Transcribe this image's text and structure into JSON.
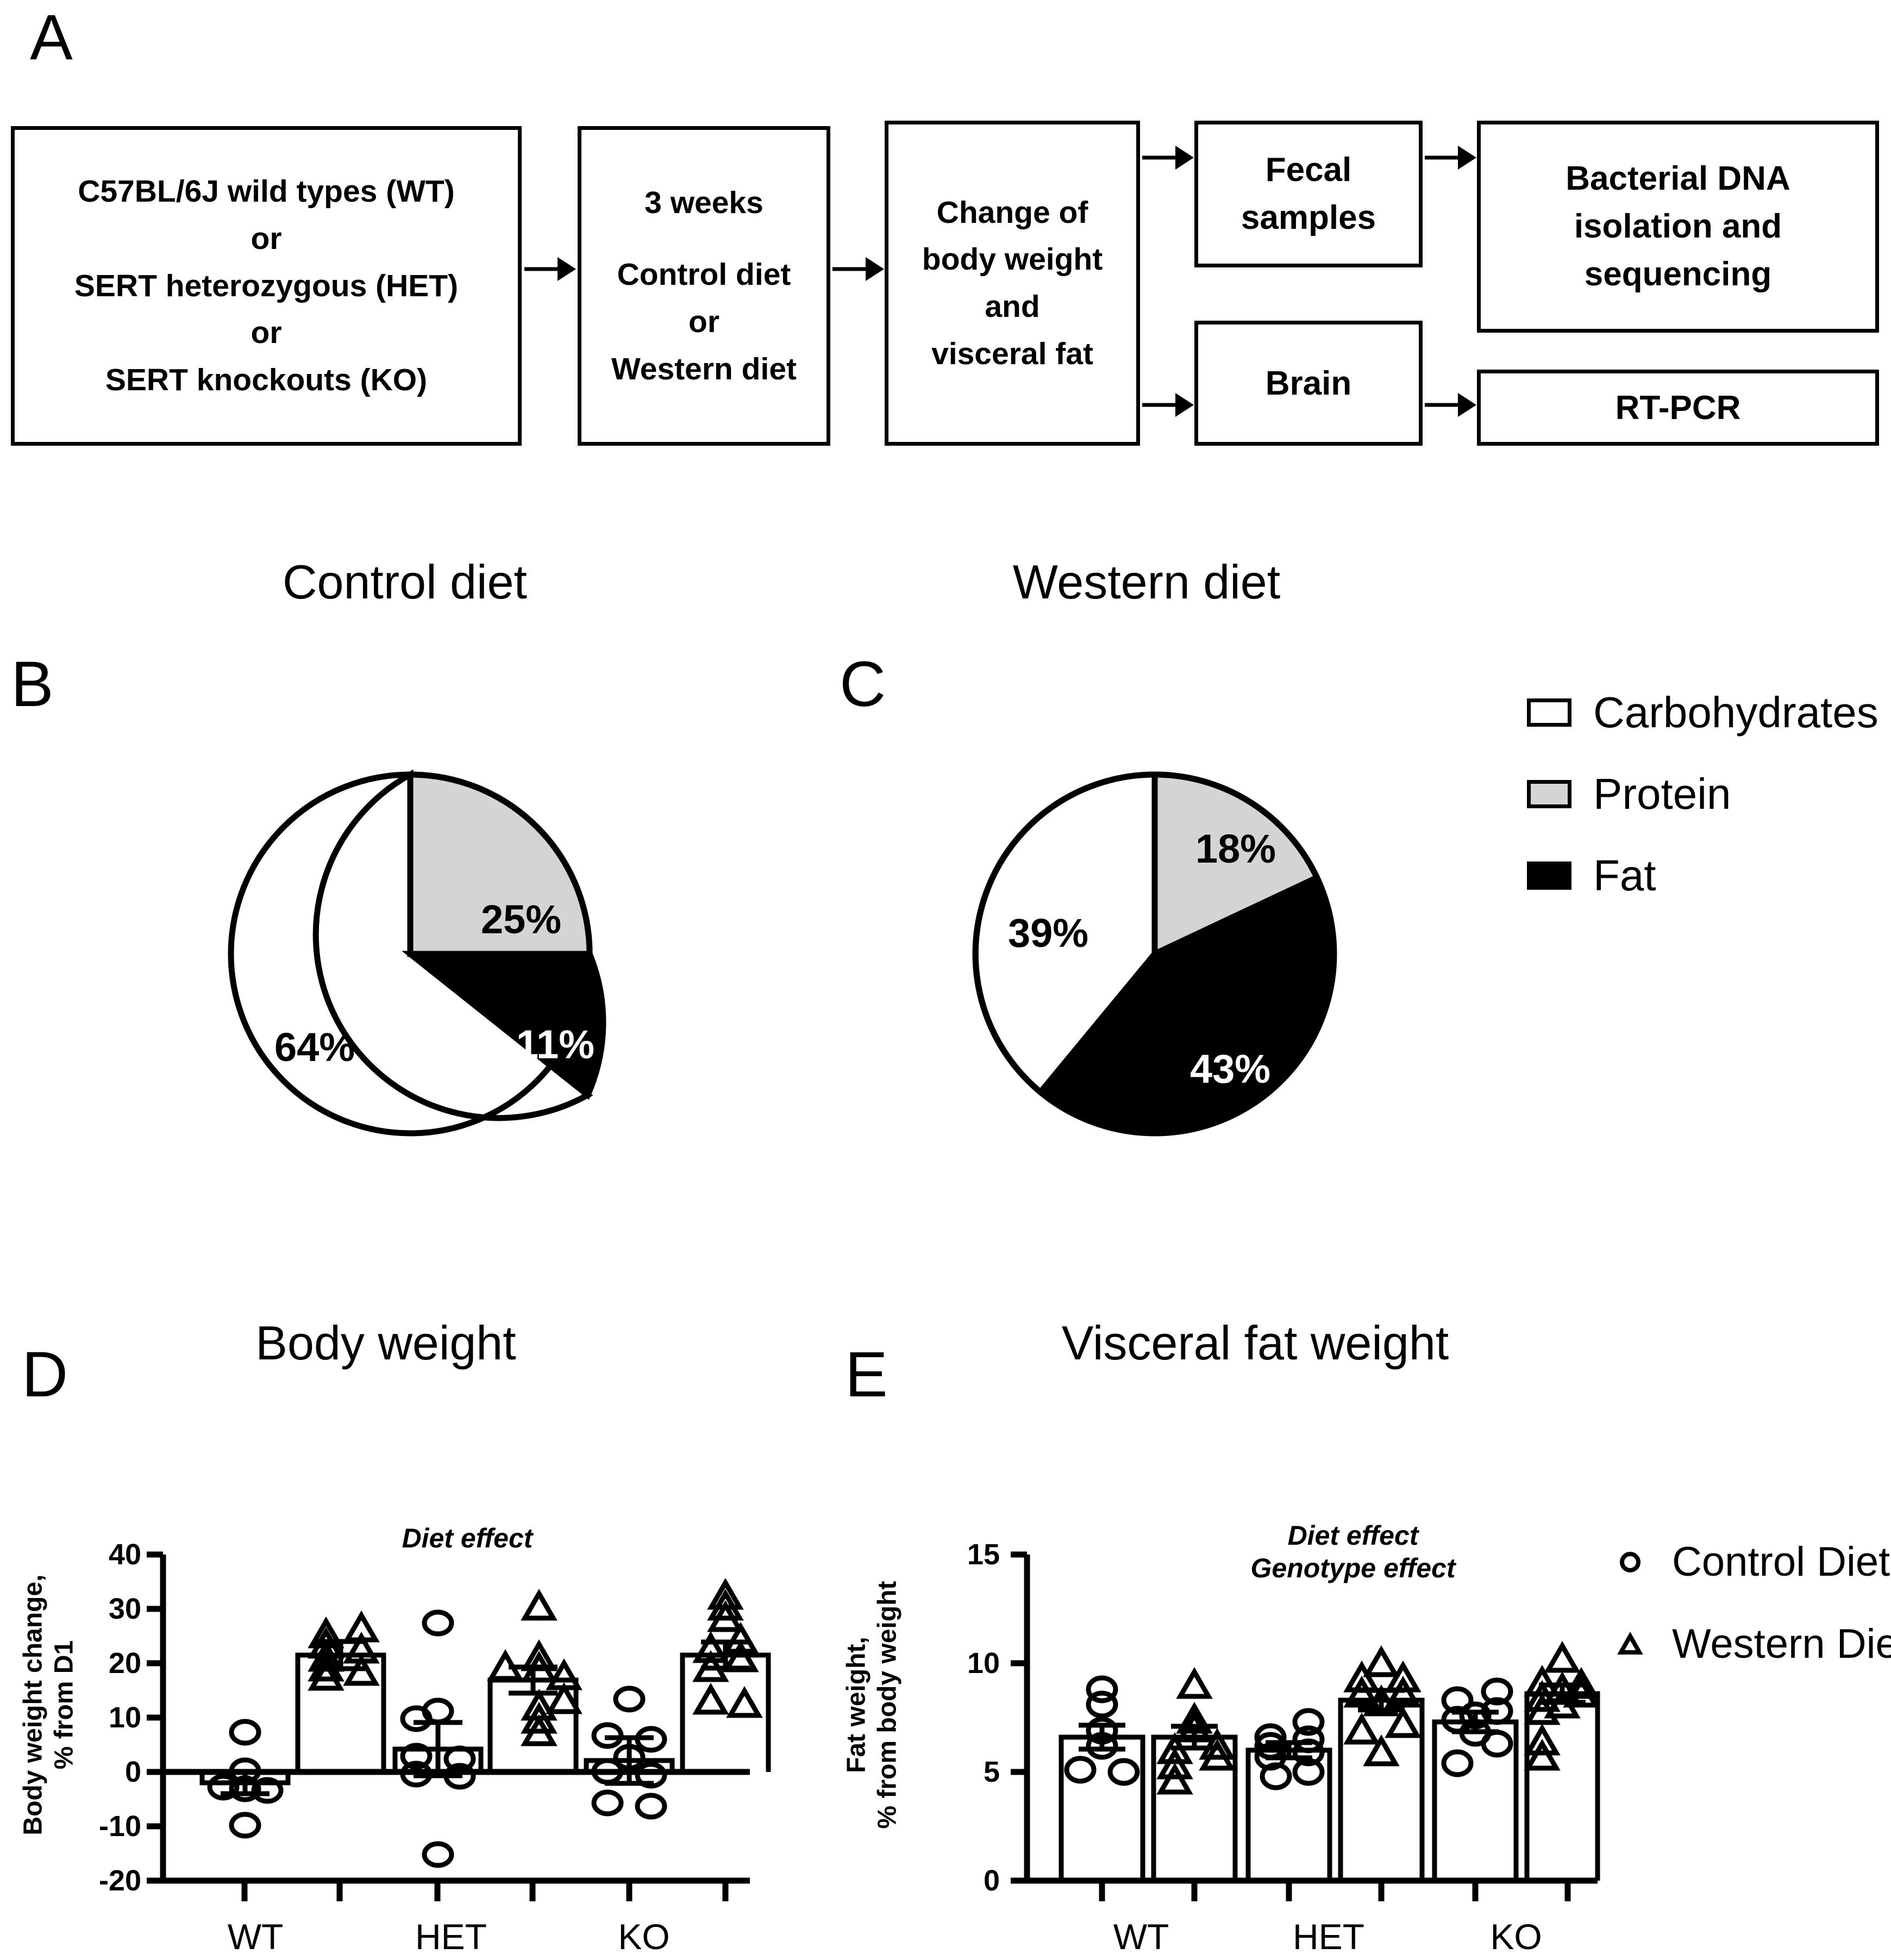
{
  "panels": {
    "a": {
      "letter": "A"
    },
    "b": {
      "letter": "B",
      "title": "Control diet"
    },
    "c": {
      "letter": "C",
      "title": "Western diet"
    },
    "d": {
      "letter": "D",
      "title": "Body weight"
    },
    "e": {
      "letter": "E",
      "title": "Visceral fat weight"
    }
  },
  "flowchart": {
    "boxes": [
      {
        "id": "animals",
        "lines": [
          "C57BL/6J wild types (WT)",
          "or",
          "SERT heterozygous (HET)",
          "or",
          "SERT knockouts (KO)"
        ]
      },
      {
        "id": "diet",
        "lines": [
          "3 weeks",
          "",
          "Control diet",
          "or",
          "Western diet"
        ]
      },
      {
        "id": "outcome",
        "lines": [
          "Change of",
          "body weight",
          "and",
          "visceral fat"
        ]
      },
      {
        "id": "fecal",
        "lines": [
          "Fecal",
          "samples"
        ]
      },
      {
        "id": "brain",
        "lines": [
          "Brain"
        ]
      },
      {
        "id": "dna",
        "lines": [
          "Bacterial DNA",
          "isolation and",
          "sequencing"
        ]
      },
      {
        "id": "rtpcr",
        "lines": [
          "RT-PCR"
        ]
      }
    ]
  },
  "pie_legend": {
    "items": [
      {
        "label": "Carbohydrates",
        "color": "#ffffff"
      },
      {
        "label": "Protein",
        "color": "#d4d4d4"
      },
      {
        "label": "Fat",
        "color": "#000000"
      }
    ]
  },
  "diet_legend": {
    "items": [
      {
        "label": "Control Diet",
        "marker": "circle-marker"
      },
      {
        "label": "Western Diet",
        "marker": "triangle-marker"
      }
    ]
  },
  "chart_data": [
    {
      "id": "control-diet-pie",
      "type": "pie",
      "title": "Control diet",
      "labels": [
        "Protein",
        "Fat",
        "Carbohydrates"
      ],
      "values": [
        25,
        11,
        64
      ],
      "value_labels": [
        "25%",
        "11%",
        "64%"
      ],
      "colors": [
        "#d4d4d4",
        "#000000",
        "#ffffff"
      ],
      "label_colors": [
        "#000000",
        "#ffffff",
        "#000000"
      ],
      "start_angle_deg": 0,
      "direction": "clockwise",
      "legend_position": "right"
    },
    {
      "id": "western-diet-pie",
      "type": "pie",
      "title": "Western diet",
      "labels": [
        "Protein",
        "Fat",
        "Carbohydrates"
      ],
      "values": [
        18,
        43,
        39
      ],
      "value_labels": [
        "18%",
        "43%",
        "39%"
      ],
      "colors": [
        "#d4d4d4",
        "#000000",
        "#ffffff"
      ],
      "label_colors": [
        "#000000",
        "#ffffff",
        "#000000"
      ],
      "start_angle_deg": 0,
      "direction": "clockwise",
      "legend_position": "right"
    },
    {
      "id": "body-weight-bars",
      "type": "bar",
      "title": "Body weight",
      "ylabel": "Body weight change,\n% from D1",
      "xlabel": "",
      "ylim": [
        -20,
        40
      ],
      "yticks": [
        40,
        30,
        20,
        10,
        0,
        -10,
        -20
      ],
      "ytick_labels": [
        "40",
        "30",
        "20",
        "10",
        "0",
        "-10",
        "-20"
      ],
      "categories": [
        "WT",
        "HET",
        "KO"
      ],
      "annotations": [
        "Diet effect"
      ],
      "grid": false,
      "series": [
        {
          "name": "Control Diet",
          "marker": "circle",
          "values": [
            -2.0,
            4.2,
            2.1
          ],
          "errors": [
            2.0,
            4.9,
            4.2
          ],
          "points": [
            [
              7.3,
              0.2,
              -2.8,
              -3.1,
              -3.4,
              -9.8
            ],
            [
              27.4,
              11.2,
              9.8,
              2.9,
              2.4,
              -0.4,
              -0.8,
              -15.2
            ],
            [
              13.4,
              6.7,
              6.0,
              2.7,
              0.1,
              -0.6,
              -5.7,
              -6.3
            ]
          ]
        },
        {
          "name": "Western Diet",
          "marker": "triangle",
          "values": [
            21.5,
            16.9,
            21.5
          ],
          "errors": [
            2.5,
            2.4,
            2.4
          ],
          "points": [
            [
              26.3,
              25.3,
              23.4,
              22.5,
              21.0,
              19.2,
              18.5,
              17.6
            ],
            [
              30.4,
              21.1,
              19.3,
              19.0,
              17.6,
              13.2,
              12.0,
              9.6,
              7.3
            ],
            [
              32.4,
              30.4,
              28.3,
              24.3,
              22.6,
              20.9,
              19.1,
              14.9,
              14.3
            ]
          ]
        }
      ]
    },
    {
      "id": "visceral-fat-bars",
      "type": "bar",
      "title": "Visceral fat weight",
      "ylabel": "Fat weight,\n% from body weight",
      "xlabel": "",
      "ylim": [
        0,
        15
      ],
      "yticks": [
        15,
        10,
        5,
        0
      ],
      "ytick_labels": [
        "15",
        "10",
        "5",
        "0"
      ],
      "categories": [
        "WT",
        "HET",
        "KO"
      ],
      "annotations": [
        "Diet effect",
        "Genotype effect"
      ],
      "grid": false,
      "series": [
        {
          "name": "Control Diet",
          "marker": "circle",
          "values": [
            6.6,
            6.0,
            7.3
          ],
          "errors": [
            0.55,
            0.35,
            0.45
          ],
          "points": [
            [
              8.8,
              8.1,
              6.9,
              6.2,
              5.1,
              5.0
            ],
            [
              7.3,
              6.6,
              6.5,
              6.2,
              5.9,
              5.7,
              5.0,
              4.8
            ],
            [
              8.7,
              8.3,
              7.8,
              7.6,
              7.4,
              6.8,
              6.3,
              5.4
            ]
          ]
        },
        {
          "name": "Western Diet",
          "marker": "triangle",
          "values": [
            6.6,
            8.3,
            8.6
          ],
          "errors": [
            0.5,
            0.45,
            0.4
          ],
          "points": [
            [
              9.1,
              7.5,
              7.3,
              6.5,
              6.3,
              6.0,
              5.6,
              5.0
            ],
            [
              9.9,
              9.8,
              9.4,
              9.2,
              8.7,
              8.3,
              7.4,
              7.1,
              6.0
            ],
            [
              10.5,
              9.4,
              9.3,
              9.1,
              8.9,
              8.7,
              8.4,
              8.1,
              6.8,
              6.3
            ]
          ]
        }
      ]
    }
  ]
}
